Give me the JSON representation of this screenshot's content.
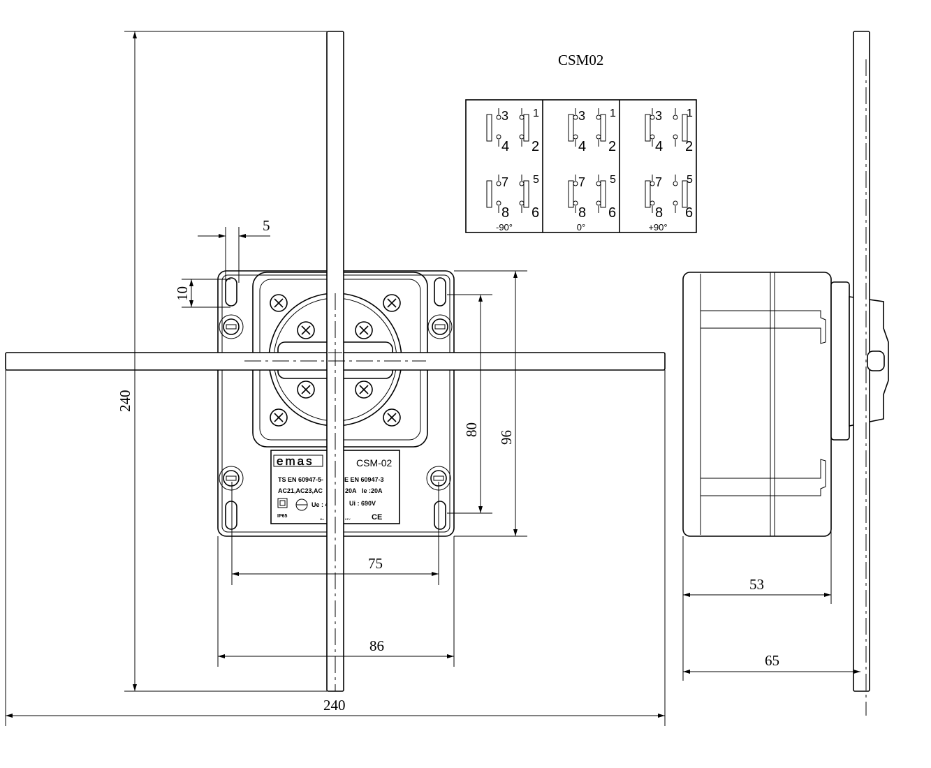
{
  "title": "CSM02",
  "switching_diagram": {
    "positions": [
      {
        "label": "-90°",
        "left_bridge_closed": false,
        "right_bridge_closed": true
      },
      {
        "label": "0°",
        "left_bridge_closed": true,
        "right_bridge_closed": true
      },
      {
        "label": "+90°",
        "left_bridge_closed": true,
        "right_bridge_closed": false
      }
    ],
    "terminals": {
      "t1": "1",
      "t2": "2",
      "t3": "3",
      "t4": "4",
      "t5": "5",
      "t6": "6",
      "t7": "7",
      "t8": "8"
    }
  },
  "dimensions": {
    "lever_height": "240",
    "lever_width": "240",
    "hole_pitch_horizontal": "75",
    "body_width": "86",
    "hole_pitch_vertical": "80",
    "body_height": "96",
    "slot_width": "5",
    "slot_length": "10",
    "side_depth": "53",
    "side_depth_total": "65"
  },
  "nameplate": {
    "brand": "emas",
    "model": "CSM-02",
    "standard_left": "TS EN 60947-5-",
    "standard_right": "E  EN 60947-3",
    "categories": "AC21,AC23,AC",
    "current_a": "20A",
    "current_b": "Ie :20A",
    "voltage_e": "Ue : 4",
    "voltage_i": "Ui : 690V",
    "ip": "IP65",
    "made_in_left": "Ma",
    "made_in_right": "KEY",
    "ce": "CE"
  }
}
